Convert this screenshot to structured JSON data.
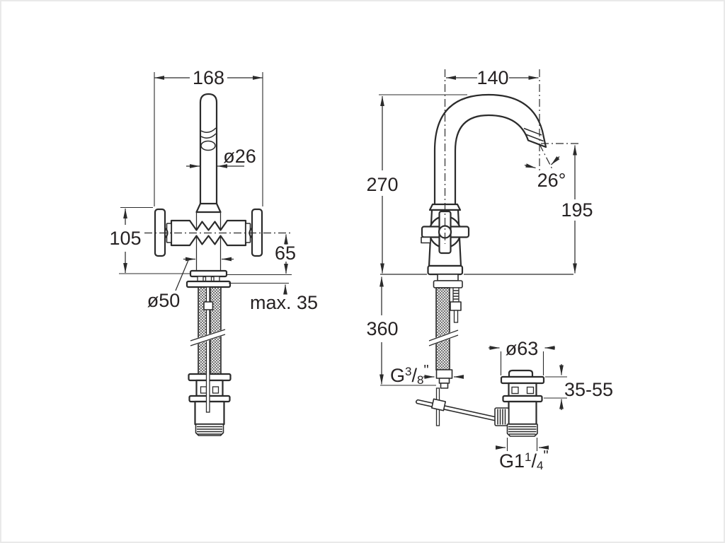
{
  "drawing": {
    "front_view": {
      "overall_width": "168",
      "spout_diameter": "ø26",
      "height_to_handles": "105",
      "handle_axis_height": "65",
      "body_diameter": "ø50",
      "max_deck_thickness": "max. 35"
    },
    "side_view": {
      "spout_reach": "140",
      "height_above_deck": "270",
      "outlet_angle": "26°",
      "outlet_height": "195",
      "supply_length": "360",
      "supply_thread": {
        "g": "G",
        "num": "3",
        "slash": "/",
        "den": "8",
        "inch": "\""
      },
      "drain_flange_diameter": "ø63",
      "drain_deck_range": "35-55",
      "drain_thread": {
        "g": "G1",
        "num": "1",
        "slash": "/",
        "den": "4",
        "inch": "\""
      }
    },
    "colors": {
      "line": "#2b2b2b",
      "text": "#262223",
      "background": "#ffffff",
      "frame": "#e9e9e9"
    }
  }
}
